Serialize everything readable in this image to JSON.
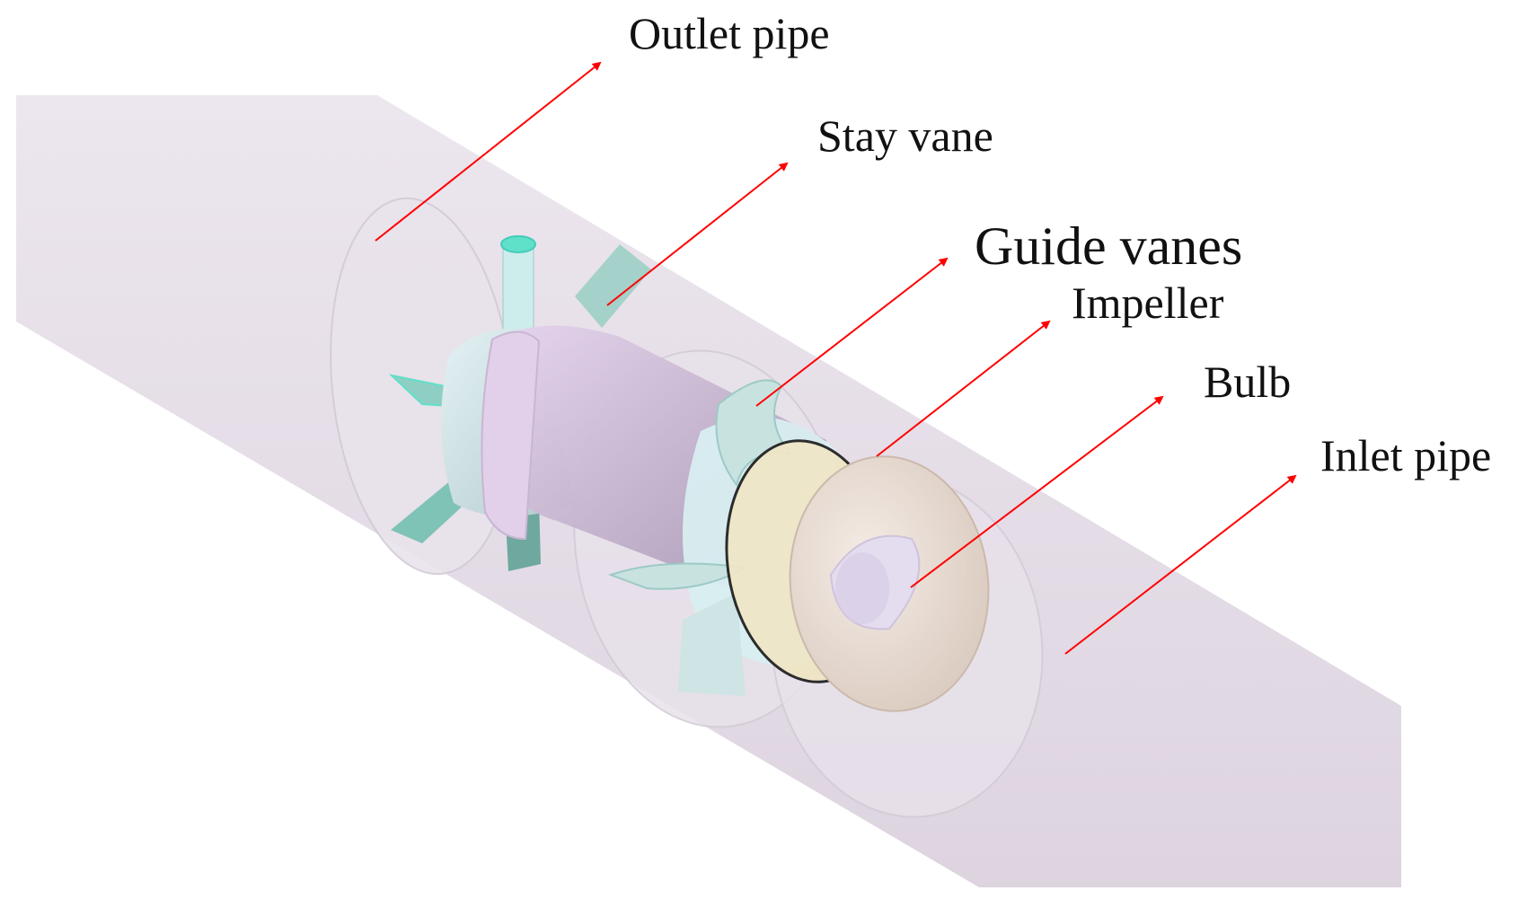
{
  "diagram": {
    "labels": {
      "outlet_pipe": "Outlet pipe",
      "stay_vane": "Stay vane",
      "guide_vanes": "Guide vanes",
      "impeller": "Impeller",
      "bulb": "Bulb",
      "inlet_pipe": "Inlet pipe"
    },
    "colors": {
      "pipe": "#e6dfe8",
      "pipe_edge": "#d8cfdb",
      "stay_vane": "#7fc2b6",
      "stay_vane_edge": "#5fe0c8",
      "motor_housing": "#d9c6e3",
      "hub": "#d2e6ea",
      "guide_vane": "#c8e2e0",
      "impeller_ring": "#efe6c6",
      "bulb": "#eee0d8",
      "bulb_cone": "#e4dcef",
      "arrow": "#ff0000",
      "text": "#111111"
    }
  }
}
